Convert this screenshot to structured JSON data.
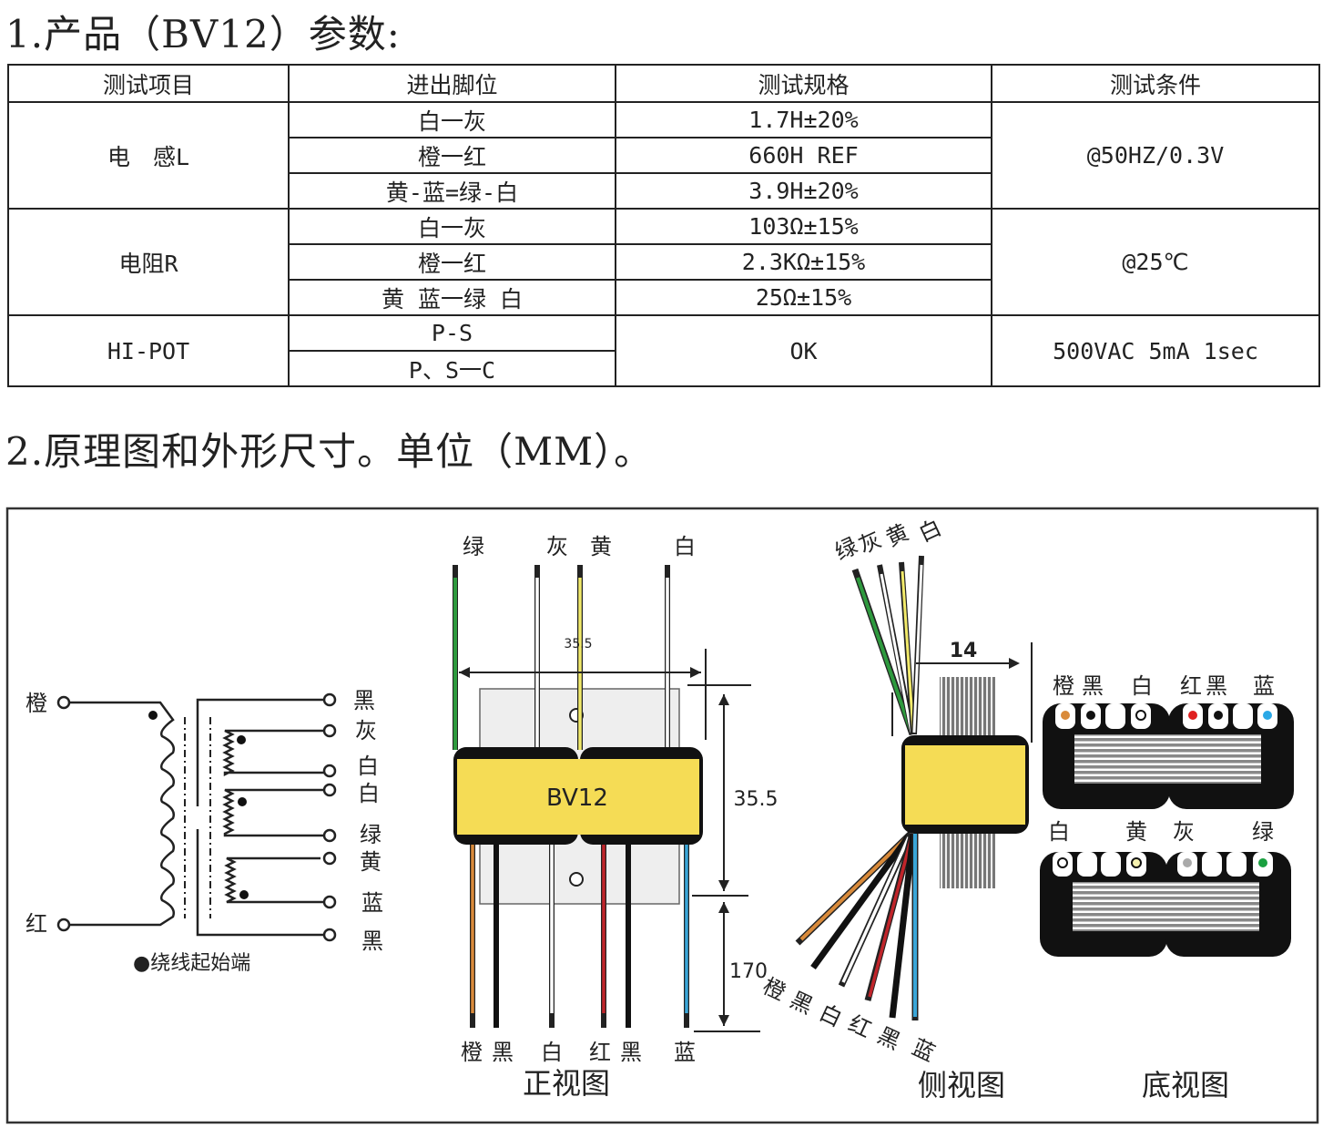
{
  "section1_title": "1.产品（BV12）参数:",
  "section2_title": "2.原理图和外形尺寸。单位（MM）。",
  "table": {
    "headers": [
      "测试项目",
      "进出脚位",
      "测试规格",
      "测试条件"
    ],
    "groups": [
      {
        "item": "电　感L",
        "condition": "@50HZ/0.3V",
        "rows": [
          {
            "pins": "白一灰",
            "spec": "1.7H±20%"
          },
          {
            "pins": "橙一红",
            "spec": "660H REF"
          },
          {
            "pins": "黄-蓝=绿-白",
            "spec": "3.9H±20%"
          }
        ]
      },
      {
        "item": "电阻R",
        "condition": "@25℃",
        "rows": [
          {
            "pins": "白一灰",
            "spec": "103Ω±15%"
          },
          {
            "pins": "橙一红",
            "spec": "2.3KΩ±15%"
          },
          {
            "pins": "黄 蓝一绿 白",
            "spec": "25Ω±15%"
          }
        ]
      },
      {
        "item": "HI-POT",
        "condition": "500VAC 5mA 1sec",
        "spec": "OK",
        "rows": [
          {
            "pins": "P-S"
          },
          {
            "pins": "P、S一C"
          }
        ]
      }
    ]
  },
  "schematic": {
    "primary_labels": [
      "橙",
      "红"
    ],
    "secondary_labels": [
      "黑",
      "灰",
      "白",
      "白",
      "绿",
      "黄",
      "蓝",
      "黑"
    ],
    "legend": "●绕线起始端"
  },
  "front_view": {
    "caption": "正视图",
    "model": "BV12",
    "top_labels": [
      "绿",
      "灰",
      "黄",
      "白"
    ],
    "bottom_labels": [
      "橙",
      "黑",
      "白",
      "红",
      "黑",
      "蓝"
    ],
    "dim_width": "35.5",
    "dim_height": "35.5",
    "dim_lead": "170"
  },
  "side_view": {
    "caption": "侧视图",
    "top_labels": [
      "绿",
      "灰",
      "黄",
      "白"
    ],
    "bottom_labels": [
      "橙",
      "黑",
      "白",
      "红",
      "黑",
      "蓝"
    ],
    "dim_depth": "14"
  },
  "bottom_view": {
    "caption": "底视图",
    "row1_labels": [
      "橙",
      "黑",
      "白",
      "红",
      "黑",
      "蓝"
    ],
    "row2_labels": [
      "白",
      "黄",
      "灰",
      "绿"
    ]
  },
  "wire_colors": {
    "green": "#2e9a3e",
    "yellow": "#f2ea6a",
    "orange": "#d98a3a",
    "red": "#c0242a",
    "blue": "#3aa6d8",
    "black": "#111111",
    "white": "#ffffff",
    "gray": "#bbbbbb",
    "bobbin": "#f5dc55"
  }
}
